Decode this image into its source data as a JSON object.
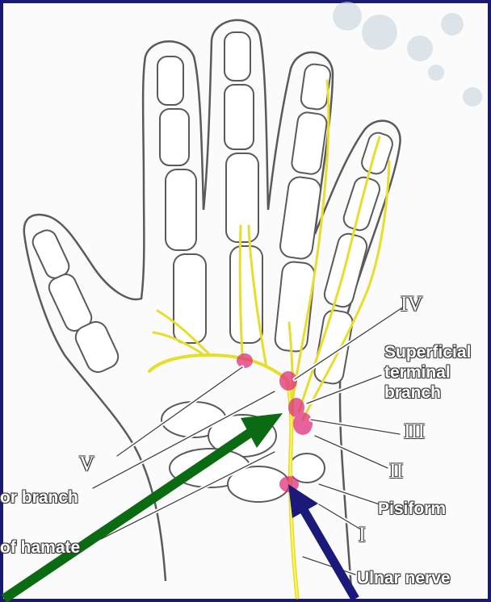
{
  "labels": {
    "iv": "IV",
    "superficial": "Superficial",
    "terminal": "terminal",
    "branch": "branch",
    "iii": "III",
    "ii": "II",
    "v": "V",
    "deep_branch": "or branch",
    "pisiform": "Pisiform",
    "hamate": "of hamate",
    "i": "I",
    "ulnar_nerve": "Ulnar nerve"
  },
  "colors": {
    "border": "#1a1a6e",
    "outline": "#5a5a5a",
    "nerve": "#f2ee3a",
    "compression_zone": "#e0307a",
    "green_arrow": "#0b6b12",
    "blue_arrow": "#1b1a7a"
  },
  "icons": [
    "green-arrow-icon",
    "blue-arrow-icon"
  ]
}
